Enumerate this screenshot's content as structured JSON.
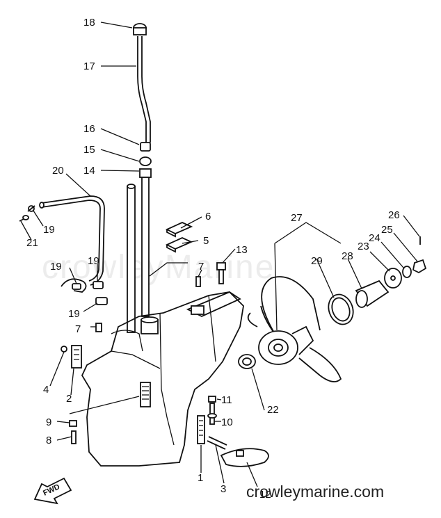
{
  "watermark": "crowleyMarine",
  "site_label": "crowleymarine.com",
  "fwd_label": "FWD",
  "labels": [
    {
      "id": "18",
      "text": "18"
    },
    {
      "id": "17",
      "text": "17"
    },
    {
      "id": "16",
      "text": "16"
    },
    {
      "id": "15",
      "text": "15"
    },
    {
      "id": "14",
      "text": "14"
    },
    {
      "id": "20",
      "text": "20"
    },
    {
      "id": "19a",
      "text": "19"
    },
    {
      "id": "21",
      "text": "21"
    },
    {
      "id": "6",
      "text": "6"
    },
    {
      "id": "5",
      "text": "5"
    },
    {
      "id": "13",
      "text": "13"
    },
    {
      "id": "7a",
      "text": "7"
    },
    {
      "id": "19b",
      "text": "19"
    },
    {
      "id": "19c",
      "text": "19"
    },
    {
      "id": "19d",
      "text": "19"
    },
    {
      "id": "7b",
      "text": "7"
    },
    {
      "id": "4",
      "text": "4"
    },
    {
      "id": "2",
      "text": "2"
    },
    {
      "id": "9",
      "text": "9"
    },
    {
      "id": "8",
      "text": "8"
    },
    {
      "id": "27",
      "text": "27"
    },
    {
      "id": "29",
      "text": "29"
    },
    {
      "id": "28",
      "text": "28"
    },
    {
      "id": "23",
      "text": "23"
    },
    {
      "id": "24",
      "text": "24"
    },
    {
      "id": "25",
      "text": "25"
    },
    {
      "id": "26",
      "text": "26"
    },
    {
      "id": "22",
      "text": "22"
    },
    {
      "id": "11",
      "text": "11"
    },
    {
      "id": "10",
      "text": "10"
    },
    {
      "id": "1",
      "text": "1"
    },
    {
      "id": "3",
      "text": "3"
    },
    {
      "id": "12",
      "text": "12"
    }
  ]
}
